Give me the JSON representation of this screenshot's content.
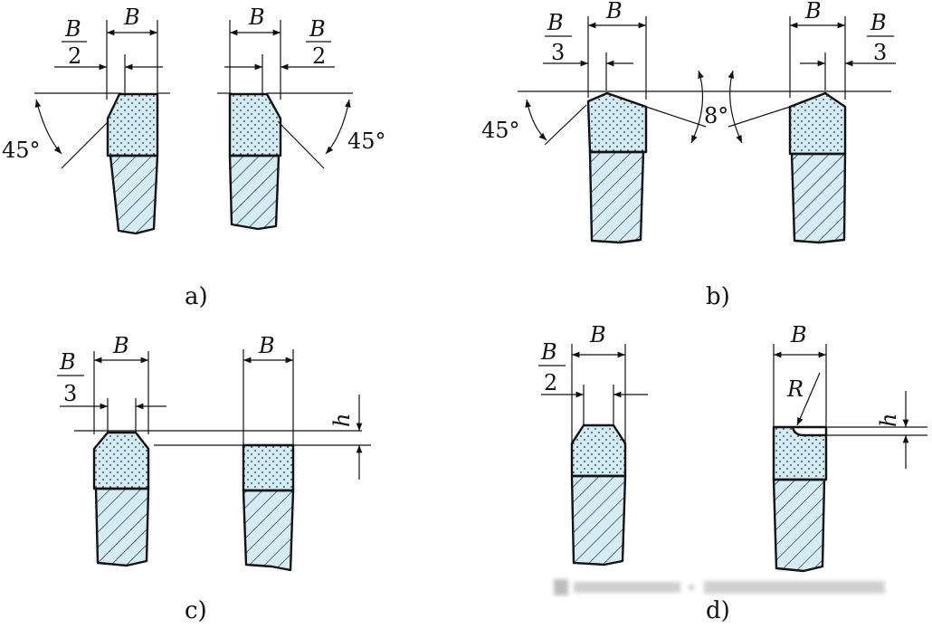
{
  "captions": {
    "a": "a)",
    "b": "b)",
    "c": "c)",
    "d": "d)"
  },
  "labels": {
    "B": "B",
    "two": "2",
    "three": "3",
    "angle45": "45°",
    "angle8": "8°",
    "h": "h",
    "R": "R"
  },
  "colors": {
    "grinding_layer": "#d4ecf3",
    "base_body": "#d4ecf3",
    "outline": "#111111",
    "dot": "#1a2a3a",
    "background": "#ffffff"
  }
}
